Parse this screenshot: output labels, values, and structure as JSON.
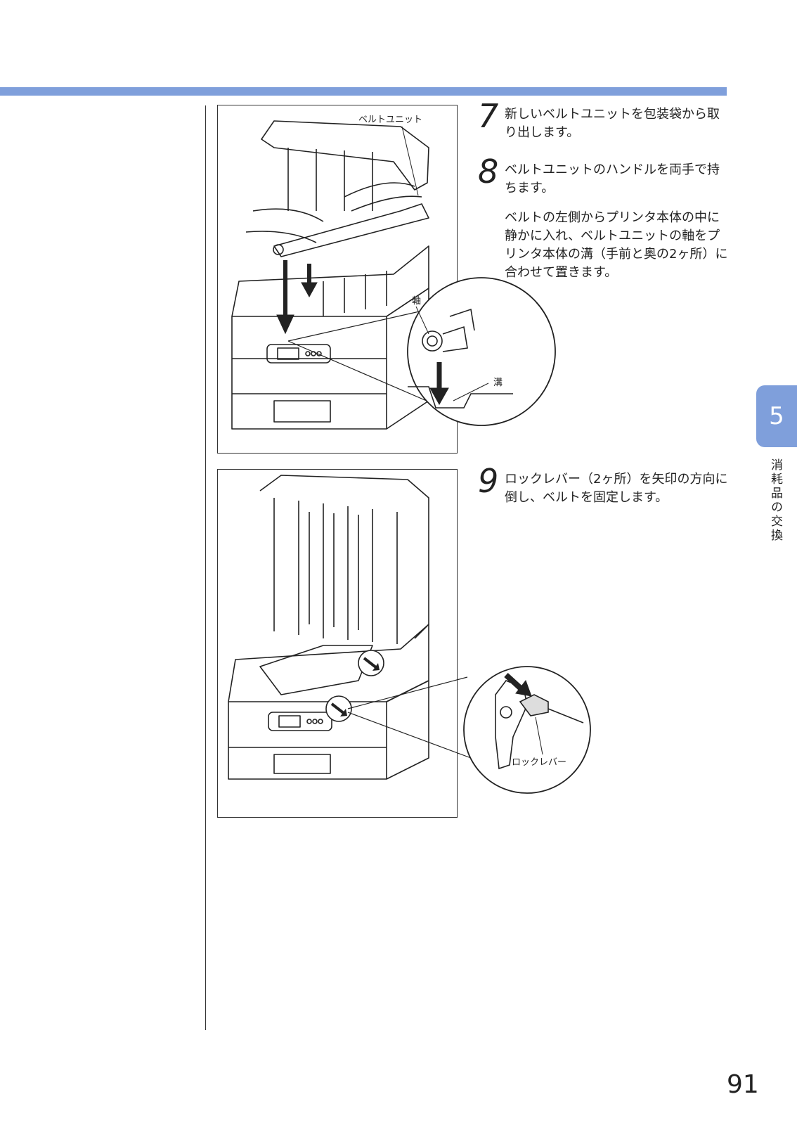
{
  "steps": [
    {
      "number": "7",
      "text": "新しいベルトユニットを包装袋から取り出します。"
    },
    {
      "number": "8",
      "text": "ベルトユニットのハンドルを両手で持ちます。",
      "detail": "ベルトの左側からプリンタ本体の中に静かに入れ、ベルトユニットの軸をプリンタ本体の溝（手前と奥の2ヶ所）に合わせて置きます。"
    },
    {
      "number": "9",
      "text": "ロックレバー（2ヶ所）を矢印の方向に倒し、ベルトを固定します。"
    }
  ],
  "figure1": {
    "label_belt_unit": "ベルトユニット",
    "label_shaft": "軸",
    "label_groove": "溝"
  },
  "figure2": {
    "label_lock_lever": "ロックレバー"
  },
  "chapter": {
    "number": "5",
    "title": "消耗品の交換"
  },
  "page_number": "91",
  "colors": {
    "accent": "#7f9fdb"
  }
}
